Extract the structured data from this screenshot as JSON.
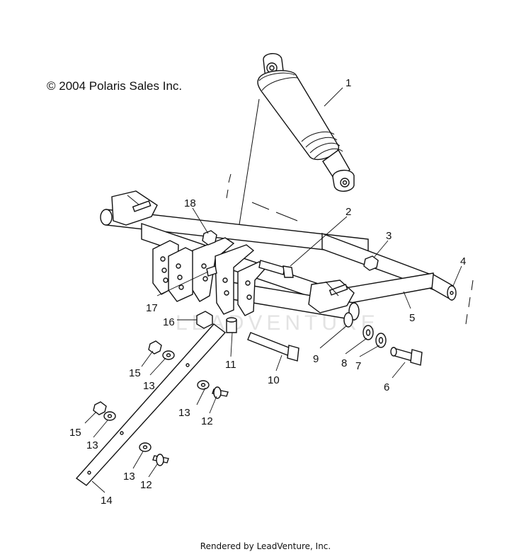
{
  "copyright": "© 2004 Polaris Sales Inc.",
  "footer": "Rendered by LeadVenture, Inc.",
  "watermark": "LEADVENTURE",
  "callouts": [
    "1",
    "2",
    "3",
    "4",
    "5",
    "6",
    "7",
    "8",
    "9",
    "10",
    "11",
    "12",
    "12",
    "13",
    "13",
    "13",
    "13",
    "14",
    "15",
    "15",
    "16",
    "17",
    "18"
  ]
}
